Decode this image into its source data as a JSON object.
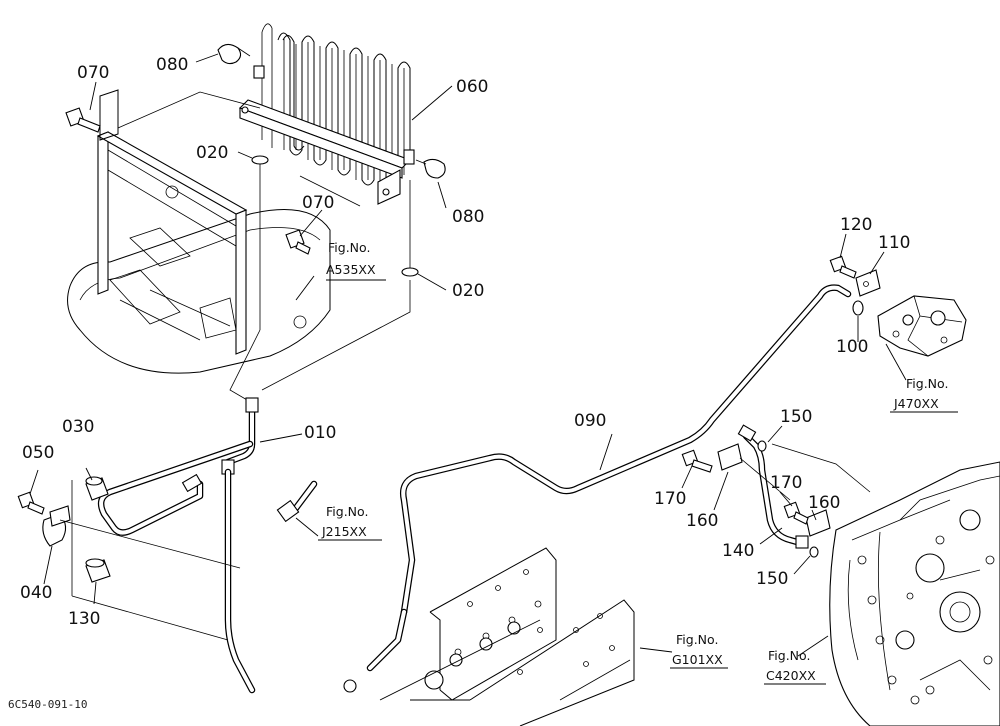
{
  "diagram_code": "6C540-091-10",
  "callouts": {
    "c010": "010",
    "c020a": "020",
    "c020b": "020",
    "c030": "030",
    "c040": "040",
    "c050": "050",
    "c060": "060",
    "c070a": "070",
    "c070b": "070",
    "c080a": "080",
    "c080b": "080",
    "c090": "090",
    "c100": "100",
    "c110": "110",
    "c120": "120",
    "c130": "130",
    "c140": "140",
    "c150a": "150",
    "c150b": "150",
    "c160a": "160",
    "c160b": "160",
    "c170a": "170",
    "c170b": "170"
  },
  "figure_refs": {
    "a535": {
      "label": "Fig.No.",
      "code": "A535XX"
    },
    "j470": {
      "label": "Fig.No.",
      "code": "J470XX"
    },
    "j215": {
      "label": "Fig.No.",
      "code": "J215XX"
    },
    "g101": {
      "label": "Fig.No.",
      "code": "G101XX"
    },
    "c420": {
      "label": "Fig.No.",
      "code": "C420XX"
    }
  }
}
